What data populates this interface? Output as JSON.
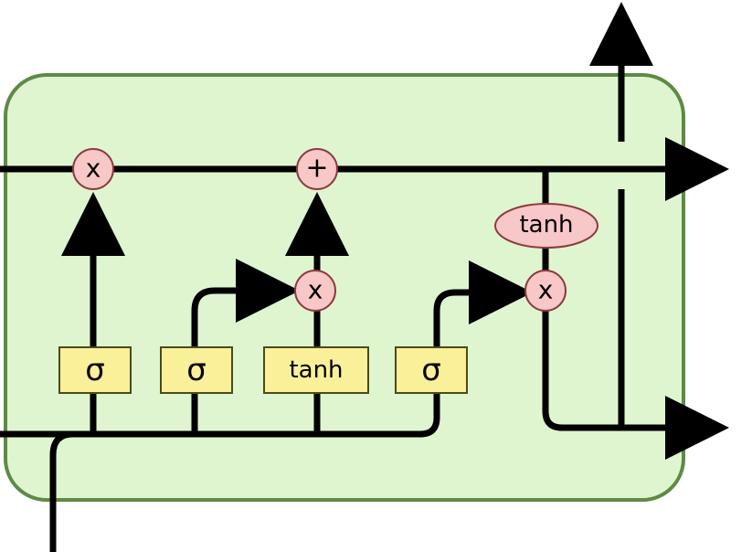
{
  "colors": {
    "cell_fill": "#dff5d0",
    "cell_border": "#5f8a46",
    "layer_fill": "#faf099",
    "layer_border": "#4a4a1a",
    "op_fill": "#f8c7c8",
    "op_border": "#8a3c3f",
    "line": "#000000"
  },
  "pointwise_ops": {
    "forget_multiply": "x",
    "cell_add": "+",
    "input_multiply": "x",
    "output_multiply": "x",
    "cell_tanh": "tanh"
  },
  "layers": {
    "forget_gate": "σ",
    "input_gate": "σ",
    "candidate": "tanh",
    "output_gate": "σ"
  }
}
